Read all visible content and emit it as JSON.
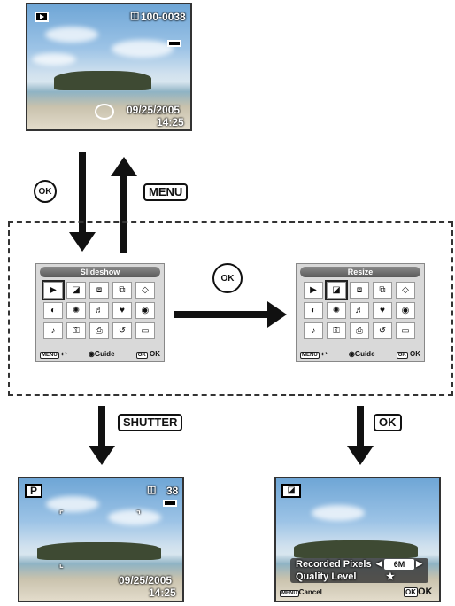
{
  "top_screen": {
    "file_number": "100-0038",
    "date": "09/25/2005",
    "time": "14:25"
  },
  "arrows": {
    "ok_label": "OK",
    "menu_label": "MENU",
    "shutter_label": "SHUTTER",
    "ok_button_label": "OK"
  },
  "menu_left": {
    "title": "Slideshow",
    "menu_chip": "MENU",
    "guide_label": "Guide",
    "ok_chip": "OK",
    "ok_label": "OK"
  },
  "menu_right": {
    "title": "Resize",
    "menu_chip": "MENU",
    "guide_label": "Guide",
    "ok_chip": "OK",
    "ok_label": "OK"
  },
  "bottom_left_screen": {
    "mode": "P",
    "shots_remaining": "38",
    "date": "09/25/2005",
    "time": "14:25"
  },
  "bottom_right_screen": {
    "recorded_pixels_label": "Recorded Pixels",
    "recorded_pixels_value": "6M",
    "quality_level_label": "Quality Level",
    "quality_star": "★",
    "menu_chip": "MENU",
    "cancel_label": "Cancel",
    "ok_chip": "OK",
    "ok_label": "OK"
  },
  "icons": [
    "playback-icon",
    "battery-icon",
    "four-way-controller-icon",
    "ok-button-icon",
    "card-icon",
    "resize-icon"
  ]
}
